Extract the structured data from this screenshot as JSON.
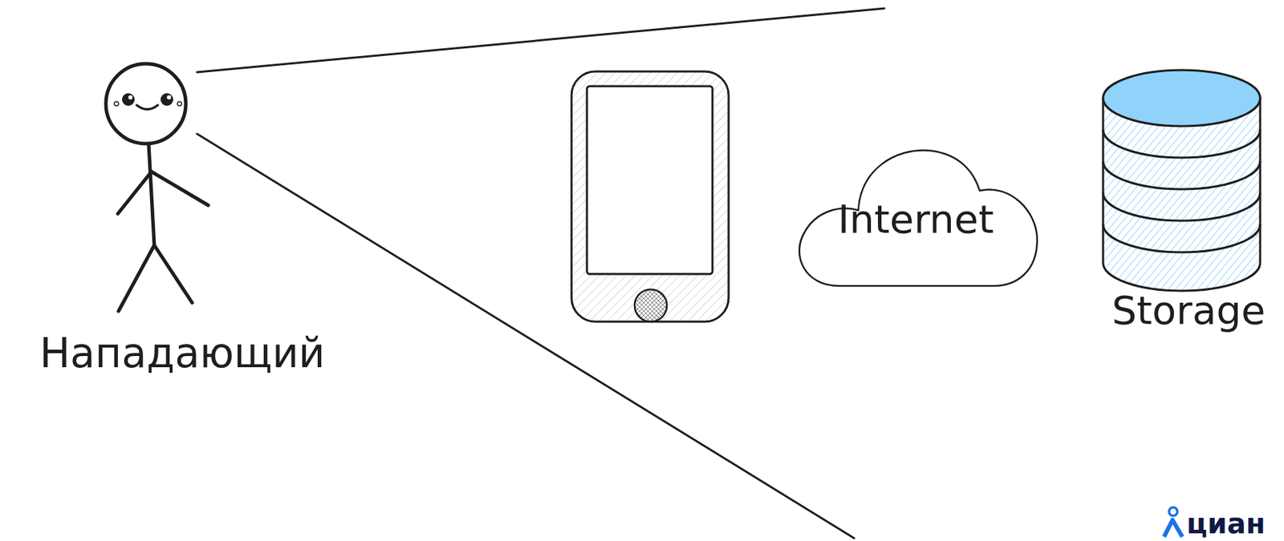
{
  "diagram": {
    "nodes": [
      {
        "text": [
          "Нападающий"
        ]
      },
      {
        "text": [
          "Internet"
        ]
      },
      {
        "text": [
          "Storage"
        ]
      }
    ],
    "labels": [
      "циан"
    ]
  }
}
